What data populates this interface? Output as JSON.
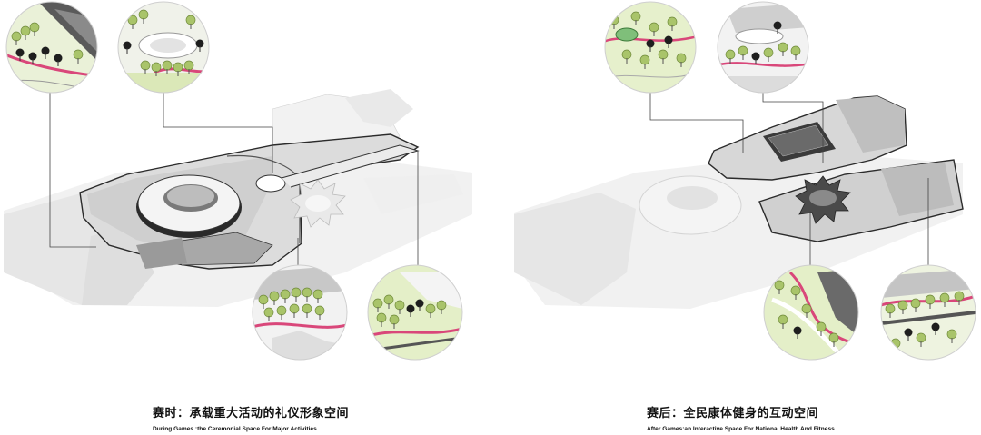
{
  "panels": [
    {
      "caption_zh": "赛时：承载重大活动的礼仪形象空间",
      "caption_en": "During Games :the Ceremonial Space For Major Activities"
    },
    {
      "caption_zh": "赛后：全民康体健身的互动空间",
      "caption_en": "After Games:an Interactive Space For National Health And Fitness"
    }
  ],
  "colors": {
    "ground_light": "#ededed",
    "ground_mid": "#d6d6d6",
    "ground_dark": "#9a9a9a",
    "outline": "#3a3a3a",
    "tree_green": "#a9c46a",
    "grass_green": "#d9e8b0",
    "path_pink": "#d9477a",
    "leader_line": "#444444"
  }
}
